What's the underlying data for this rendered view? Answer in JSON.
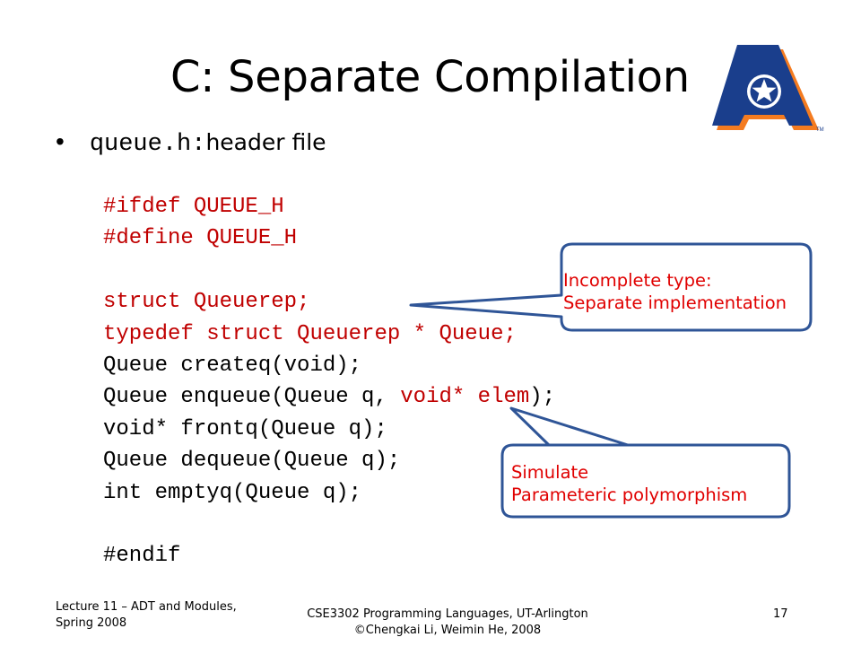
{
  "slide": {
    "title": "C: Separate Compilation",
    "bullet": {
      "code": "queue.h:",
      "text": " header file"
    },
    "code_lines": [
      [
        {
          "t": "#ifdef QUEUE_H",
          "c": "red"
        }
      ],
      [
        {
          "t": "#define QUEUE_H",
          "c": "red"
        }
      ],
      [
        {
          "t": "",
          "c": ""
        }
      ],
      [
        {
          "t": "struct Queuerep;",
          "c": "red"
        }
      ],
      [
        {
          "t": "typedef struct Queuerep * Queue;",
          "c": "red"
        }
      ],
      [
        {
          "t": "Queue createq(void);",
          "c": ""
        }
      ],
      [
        {
          "t": "Queue enqueue(Queue q, ",
          "c": ""
        },
        {
          "t": "void* elem",
          "c": "red"
        },
        {
          "t": ");",
          "c": ""
        }
      ],
      [
        {
          "t": "void* frontq(Queue q);",
          "c": ""
        }
      ],
      [
        {
          "t": "Queue dequeue(Queue q);",
          "c": ""
        }
      ],
      [
        {
          "t": "int emptyq(Queue q);",
          "c": ""
        }
      ],
      [
        {
          "t": "",
          "c": ""
        }
      ],
      [
        {
          "t": "#endif",
          "c": ""
        }
      ]
    ],
    "callouts": {
      "incomplete": {
        "line1": "Incomplete type:",
        "line2": "Separate implementation"
      },
      "simulate": {
        "line1": "Simulate",
        "line2": "Parameteric polymorphism"
      }
    },
    "footer": {
      "left_line1": "Lecture 11 – ADT and Modules,",
      "left_line2": "Spring 2008",
      "center_line1": "CSE3302 Programming Languages, UT-Arlington",
      "center_line2": "©Chengkai Li, Weimin He, 2008",
      "page": "17"
    },
    "logo": {
      "tm": "TM"
    },
    "colors": {
      "code_red": "#c00000",
      "callout_text": "#e00000",
      "callout_border": "#2f5597",
      "logo_blue": "#1a3e8c",
      "logo_orange": "#f47b20"
    }
  }
}
